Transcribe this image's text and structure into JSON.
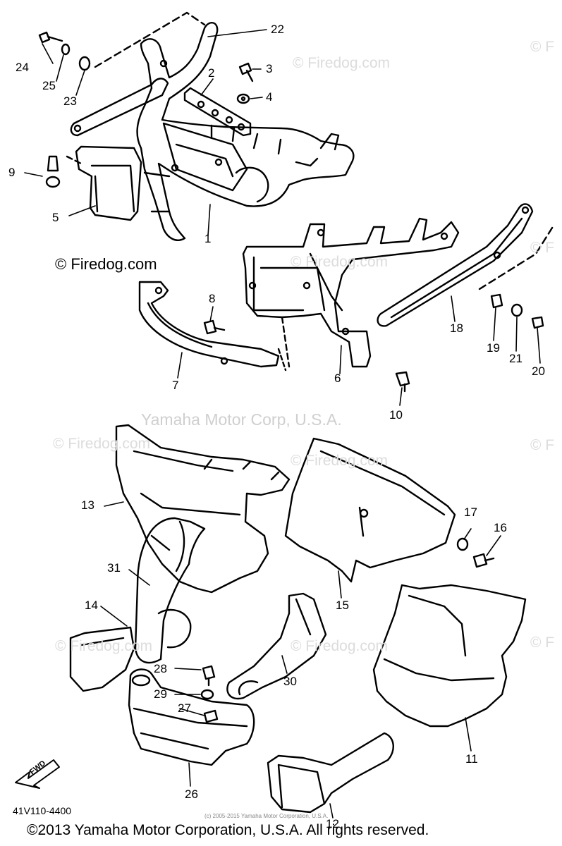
{
  "watermarks": {
    "site": "© Firedog.com",
    "site_short": "© F",
    "company": "Yamaha Motor Corp, U.S.A."
  },
  "part_numbers": [
    "1",
    "2",
    "3",
    "4",
    "5",
    "6",
    "7",
    "8",
    "9",
    "10",
    "11",
    "12",
    "13",
    "14",
    "15",
    "16",
    "17",
    "18",
    "19",
    "20",
    "21",
    "22",
    "23",
    "24",
    "25",
    "26",
    "27",
    "28",
    "29",
    "30",
    "31"
  ],
  "diagram_code": "41V110-4400",
  "small_copyright": "(c) 2005-2015 Yamaha Motor Corporation, U.S.A.",
  "fwd_label": "FWD",
  "copyright": "©2013 Yamaha Motor Corporation, U.S.A. All rights reserved.",
  "colors": {
    "ink": "#000000",
    "watermark": "#d6d6d6",
    "background": "#ffffff"
  }
}
